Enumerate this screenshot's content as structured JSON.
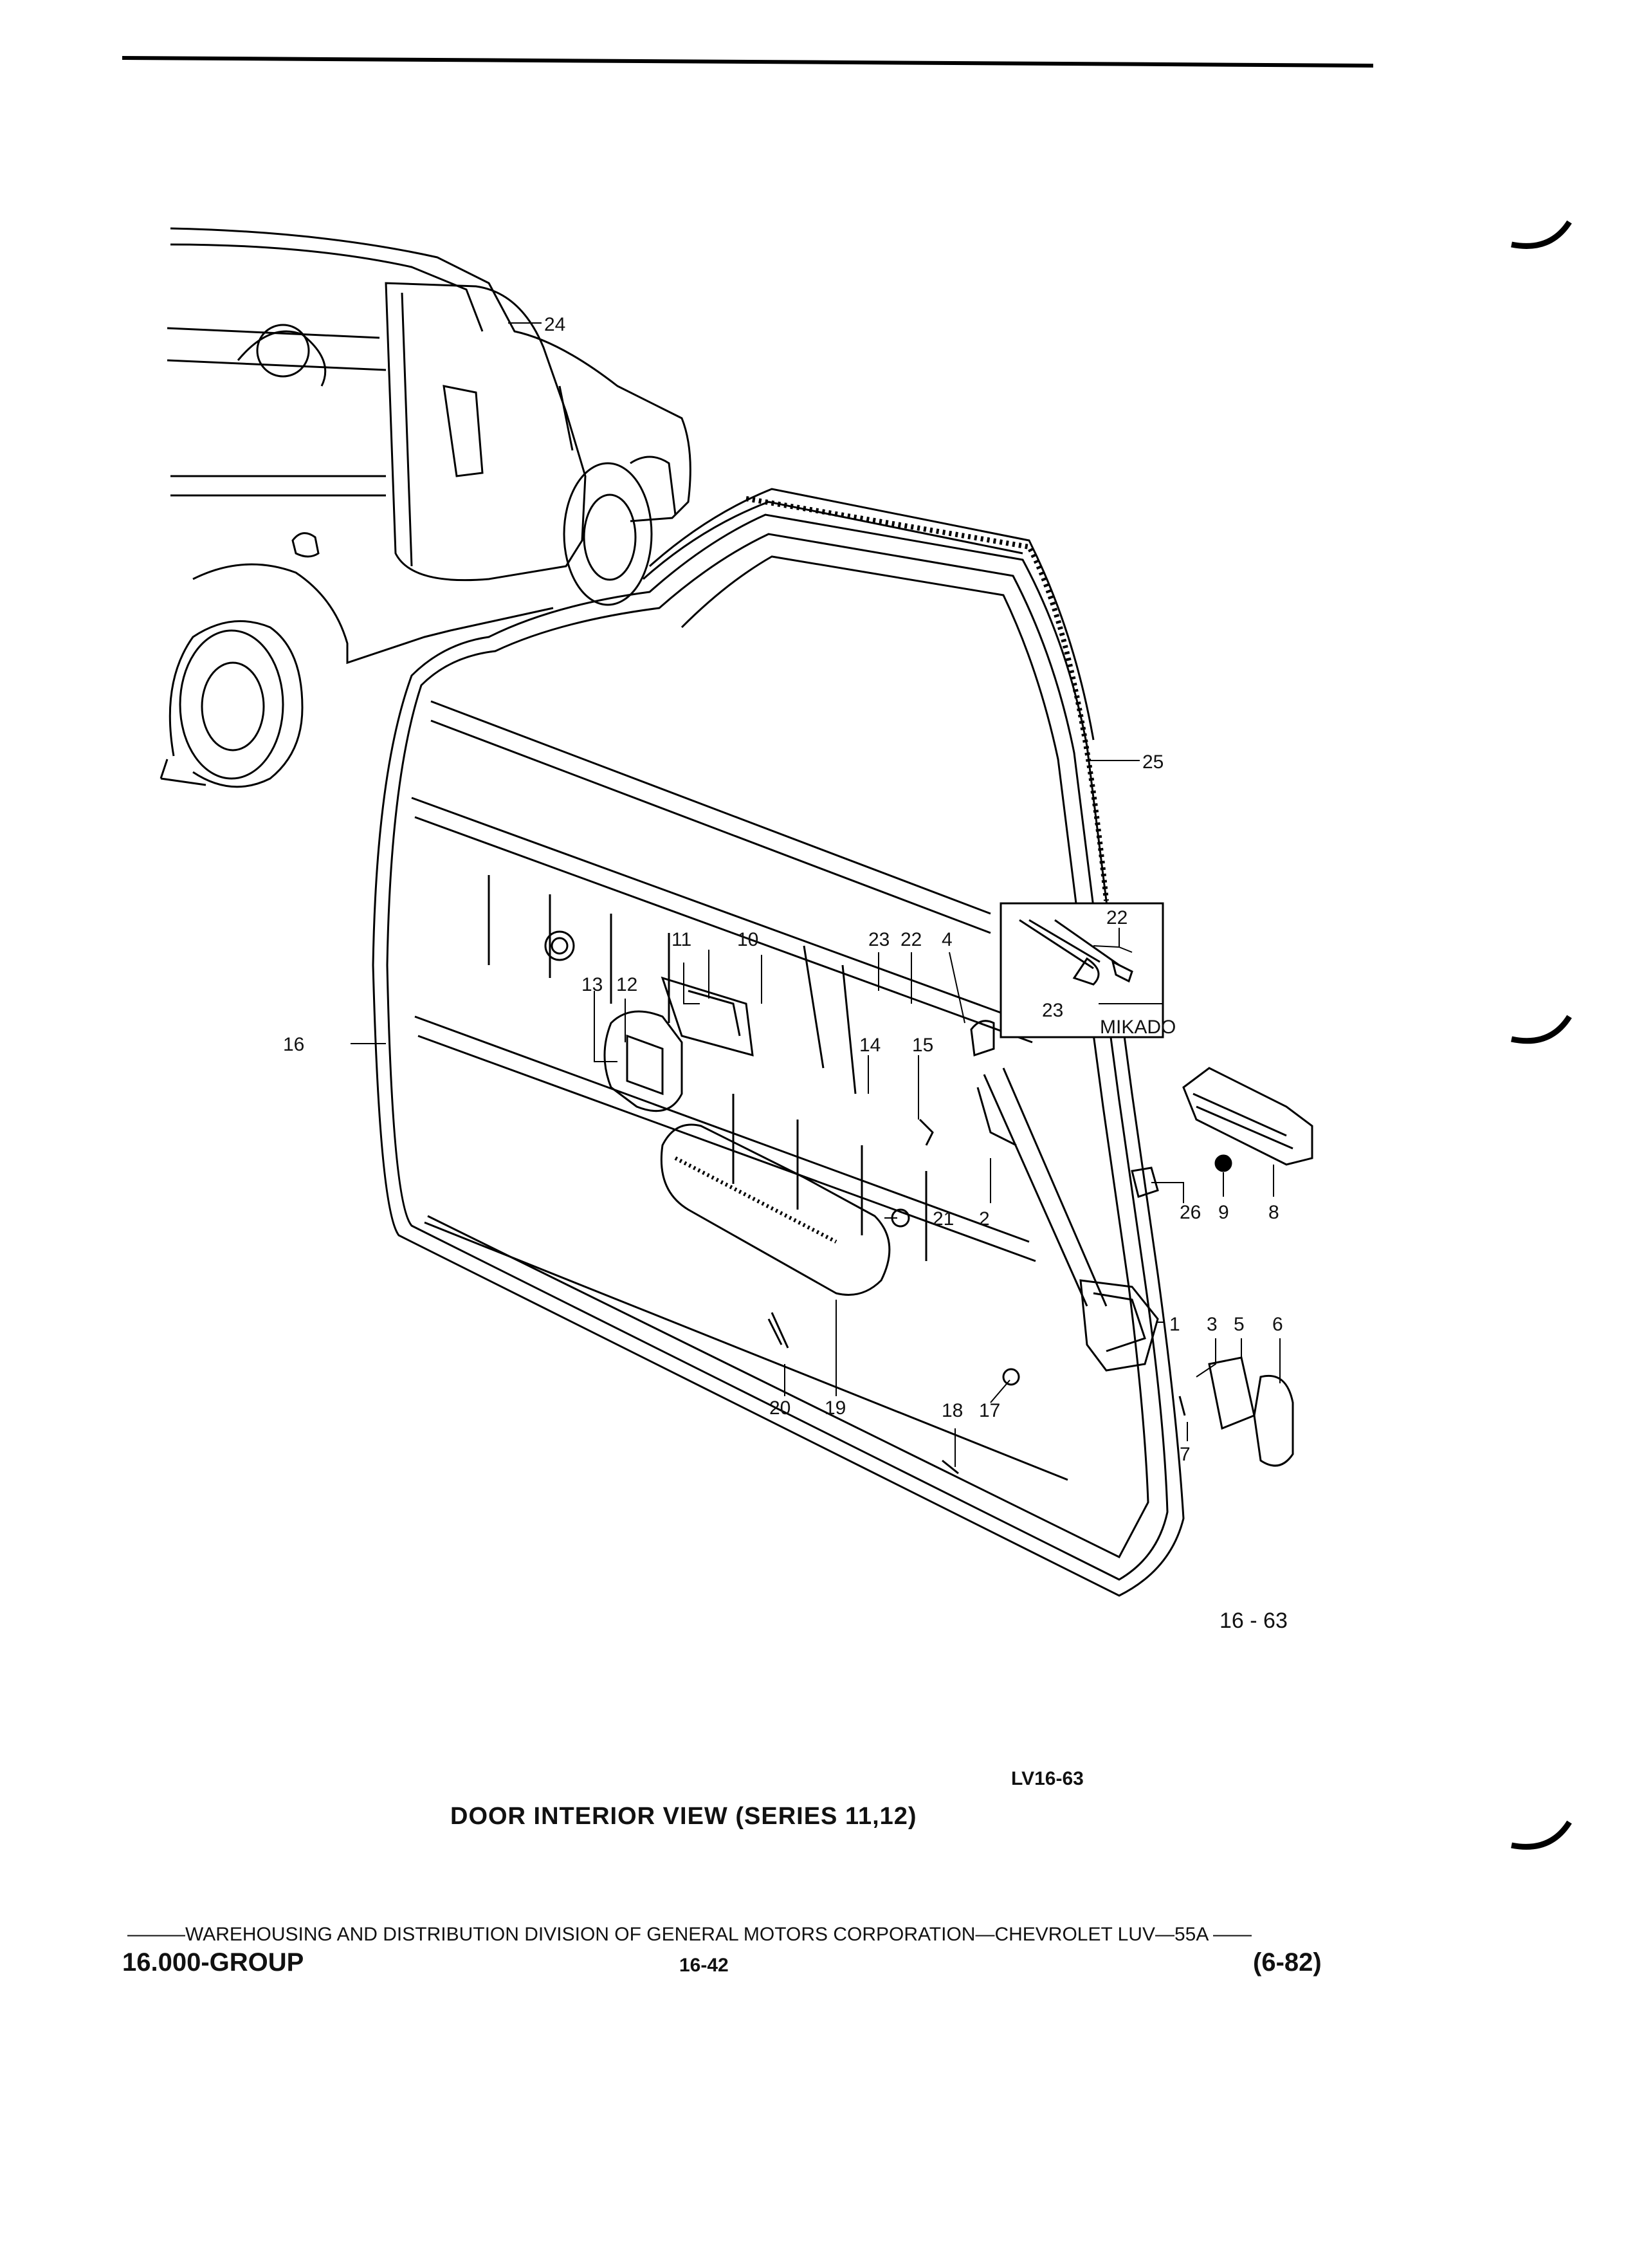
{
  "figure": {
    "figure_number": "16 - 63",
    "drawing_code": "LV16-63",
    "caption": "DOOR INTERIOR VIEW (SERIES 11,12)"
  },
  "inset": {
    "label": "MIKADO",
    "callouts": [
      "22",
      "23"
    ]
  },
  "callouts": {
    "c1": "1",
    "c2": "2",
    "c3": "3",
    "c4": "4",
    "c5": "5",
    "c6": "6",
    "c7": "7",
    "c8": "8",
    "c9": "9",
    "c10": "10",
    "c11": "11",
    "c12": "12",
    "c13": "13",
    "c14": "14",
    "c15": "15",
    "c16": "16",
    "c17": "17",
    "c18": "18",
    "c19": "19",
    "c20": "20",
    "c21": "21",
    "c22": "22",
    "c23": "23",
    "c24": "24",
    "c25": "25",
    "c26": "26"
  },
  "footer": {
    "division_line": "———WAREHOUSING AND DISTRIBUTION DIVISION OF GENERAL MOTORS CORPORATION—CHEVROLET LUV—55A ——",
    "group": "16.000-GROUP",
    "page": "16-42",
    "date": "(6-82)"
  }
}
